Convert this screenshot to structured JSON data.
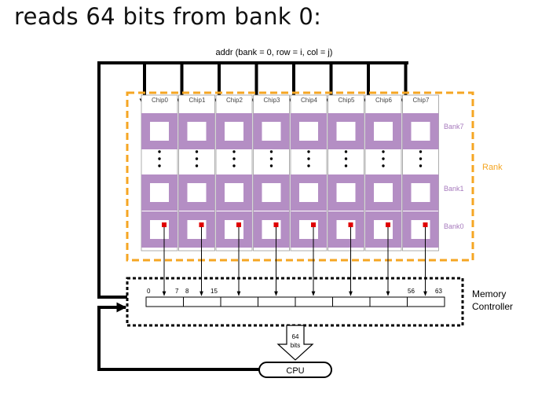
{
  "heading": "reads 64 bits from bank 0:",
  "addr_label": "addr (bank = 0, row = i, col = j)",
  "chips": [
    "Chip0",
    "Chip1",
    "Chip2",
    "Chip3",
    "Chip4",
    "Chip5",
    "Chip6",
    "Chip7"
  ],
  "banks": {
    "top": "Bank7",
    "middle": "Bank1",
    "bottom": "Bank0"
  },
  "rank_label": "Rank",
  "bit_labels": [
    "0",
    "7",
    "8",
    "15",
    "56",
    "63"
  ],
  "memory_controller": {
    "line1": "Memory",
    "line2": "Controller"
  },
  "transfer": {
    "line1": "64",
    "line2": "bits"
  },
  "cpu_label": "CPU",
  "colors": {
    "bank_purple": "#b48ec4",
    "rank_orange": "#f5a623",
    "cell_marker": "#e00000",
    "bank_label": "#a77bbd"
  }
}
